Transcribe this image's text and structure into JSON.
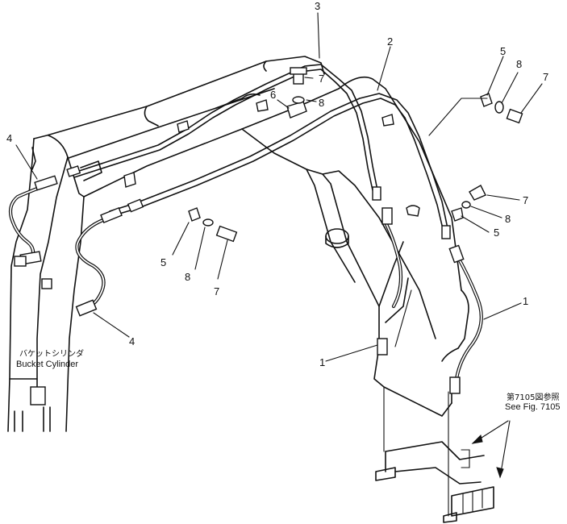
{
  "callouts": {
    "n1a": "1",
    "n1b": "1",
    "n2": "2",
    "n3": "3",
    "n4a": "4",
    "n4b": "4",
    "n5a": "5",
    "n5b": "5",
    "n5c": "5",
    "n6": "6",
    "n7a": "7",
    "n7b": "7",
    "n7c": "7",
    "n7d": "7",
    "n8a": "8",
    "n8b": "8",
    "n8c": "8",
    "n8d": "8"
  },
  "labels": {
    "bucket_cylinder_jp": "バケットシリンダ",
    "bucket_cylinder_en": "Bucket Cylinder",
    "see_fig_jp": "第7105図参照",
    "see_fig_en": "See Fig. 7105"
  }
}
